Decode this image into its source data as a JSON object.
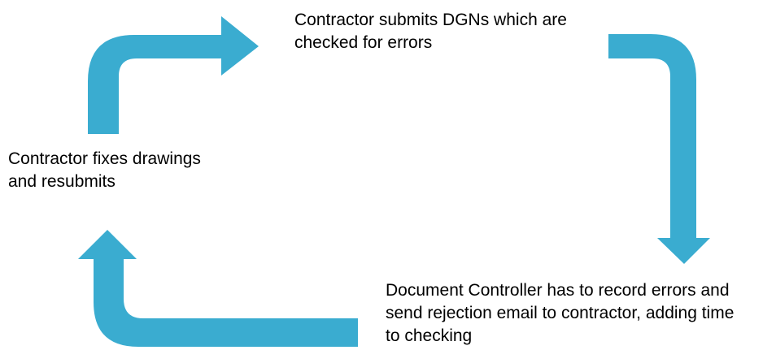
{
  "colors": {
    "arrow_fill": "#3aacd0",
    "text": "#000000",
    "background": "#ffffff"
  },
  "steps": [
    {
      "lines": [
        "Contractor submits DGNs which are",
        "checked for errors"
      ]
    },
    {
      "lines": [
        "Document Controller has to record errors and",
        "send rejection email to contractor, adding time",
        "to checking"
      ]
    },
    {
      "lines": [
        "Contractor fixes drawings",
        "and resubmits"
      ]
    }
  ],
  "arrows": [
    {
      "from": "Contractor fixes drawings and resubmits",
      "to": "Contractor submits DGNs which are checked for errors"
    },
    {
      "from": "Contractor submits DGNs which are checked for errors",
      "to": "Document Controller has to record errors and send rejection email to contractor, adding time to checking"
    },
    {
      "from": "Document Controller has to record errors and send rejection email to contractor, adding time to checking",
      "to": "Contractor fixes drawings and resubmits"
    }
  ]
}
